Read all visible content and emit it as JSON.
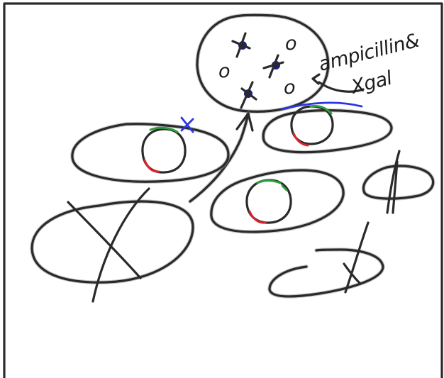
{
  "annotation": {
    "line1": "ampicillin&",
    "line2": "Xgal"
  },
  "plate_marks": {
    "colony_letter": "o"
  },
  "colors": {
    "ink": "#2a2a2a",
    "blue": "#2b35e6",
    "green": "#2e9e3a",
    "red": "#e0222a"
  }
}
